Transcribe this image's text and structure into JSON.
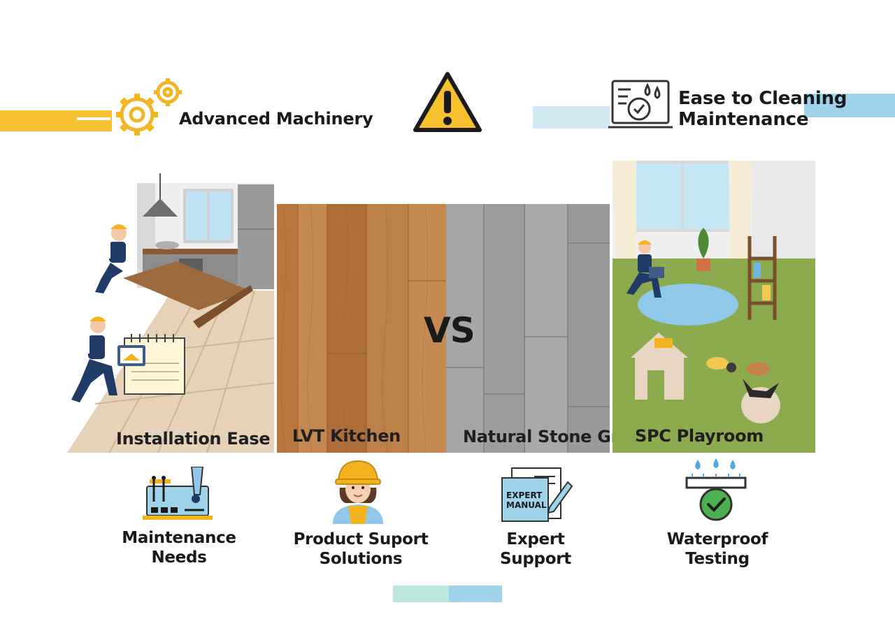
{
  "header": {
    "left_label": "Advanced Machinery",
    "right_label_line1": "Ease to Cleaning",
    "right_label_line2": "Maintenance"
  },
  "center_text": "VS",
  "panels": {
    "installation": "Installation Ease",
    "lvt": "LVT Kitchen",
    "stone": "Natural Stone Gray",
    "spc": "SPC Playroom"
  },
  "manual_text_line1": "EXPERT",
  "manual_text_line2": "MANUAL",
  "bottom": {
    "item1_line1": "Maintenance",
    "item1_line2": "Needs",
    "item2_line1": "Product Suport",
    "item2_line2": "Solutions",
    "item3_line1": "Expert",
    "item3_line2": "Support",
    "item4_line1": "Waterproof",
    "item4_line2": "Testing"
  },
  "colors": {
    "accent_yellow": "#F7C02F",
    "accent_blue": "#9FD3EA",
    "accent_teal": "#BDE6DE",
    "wood": "#B97A45",
    "stone": "#9E9E9E",
    "grass": "#8CAA4E"
  }
}
